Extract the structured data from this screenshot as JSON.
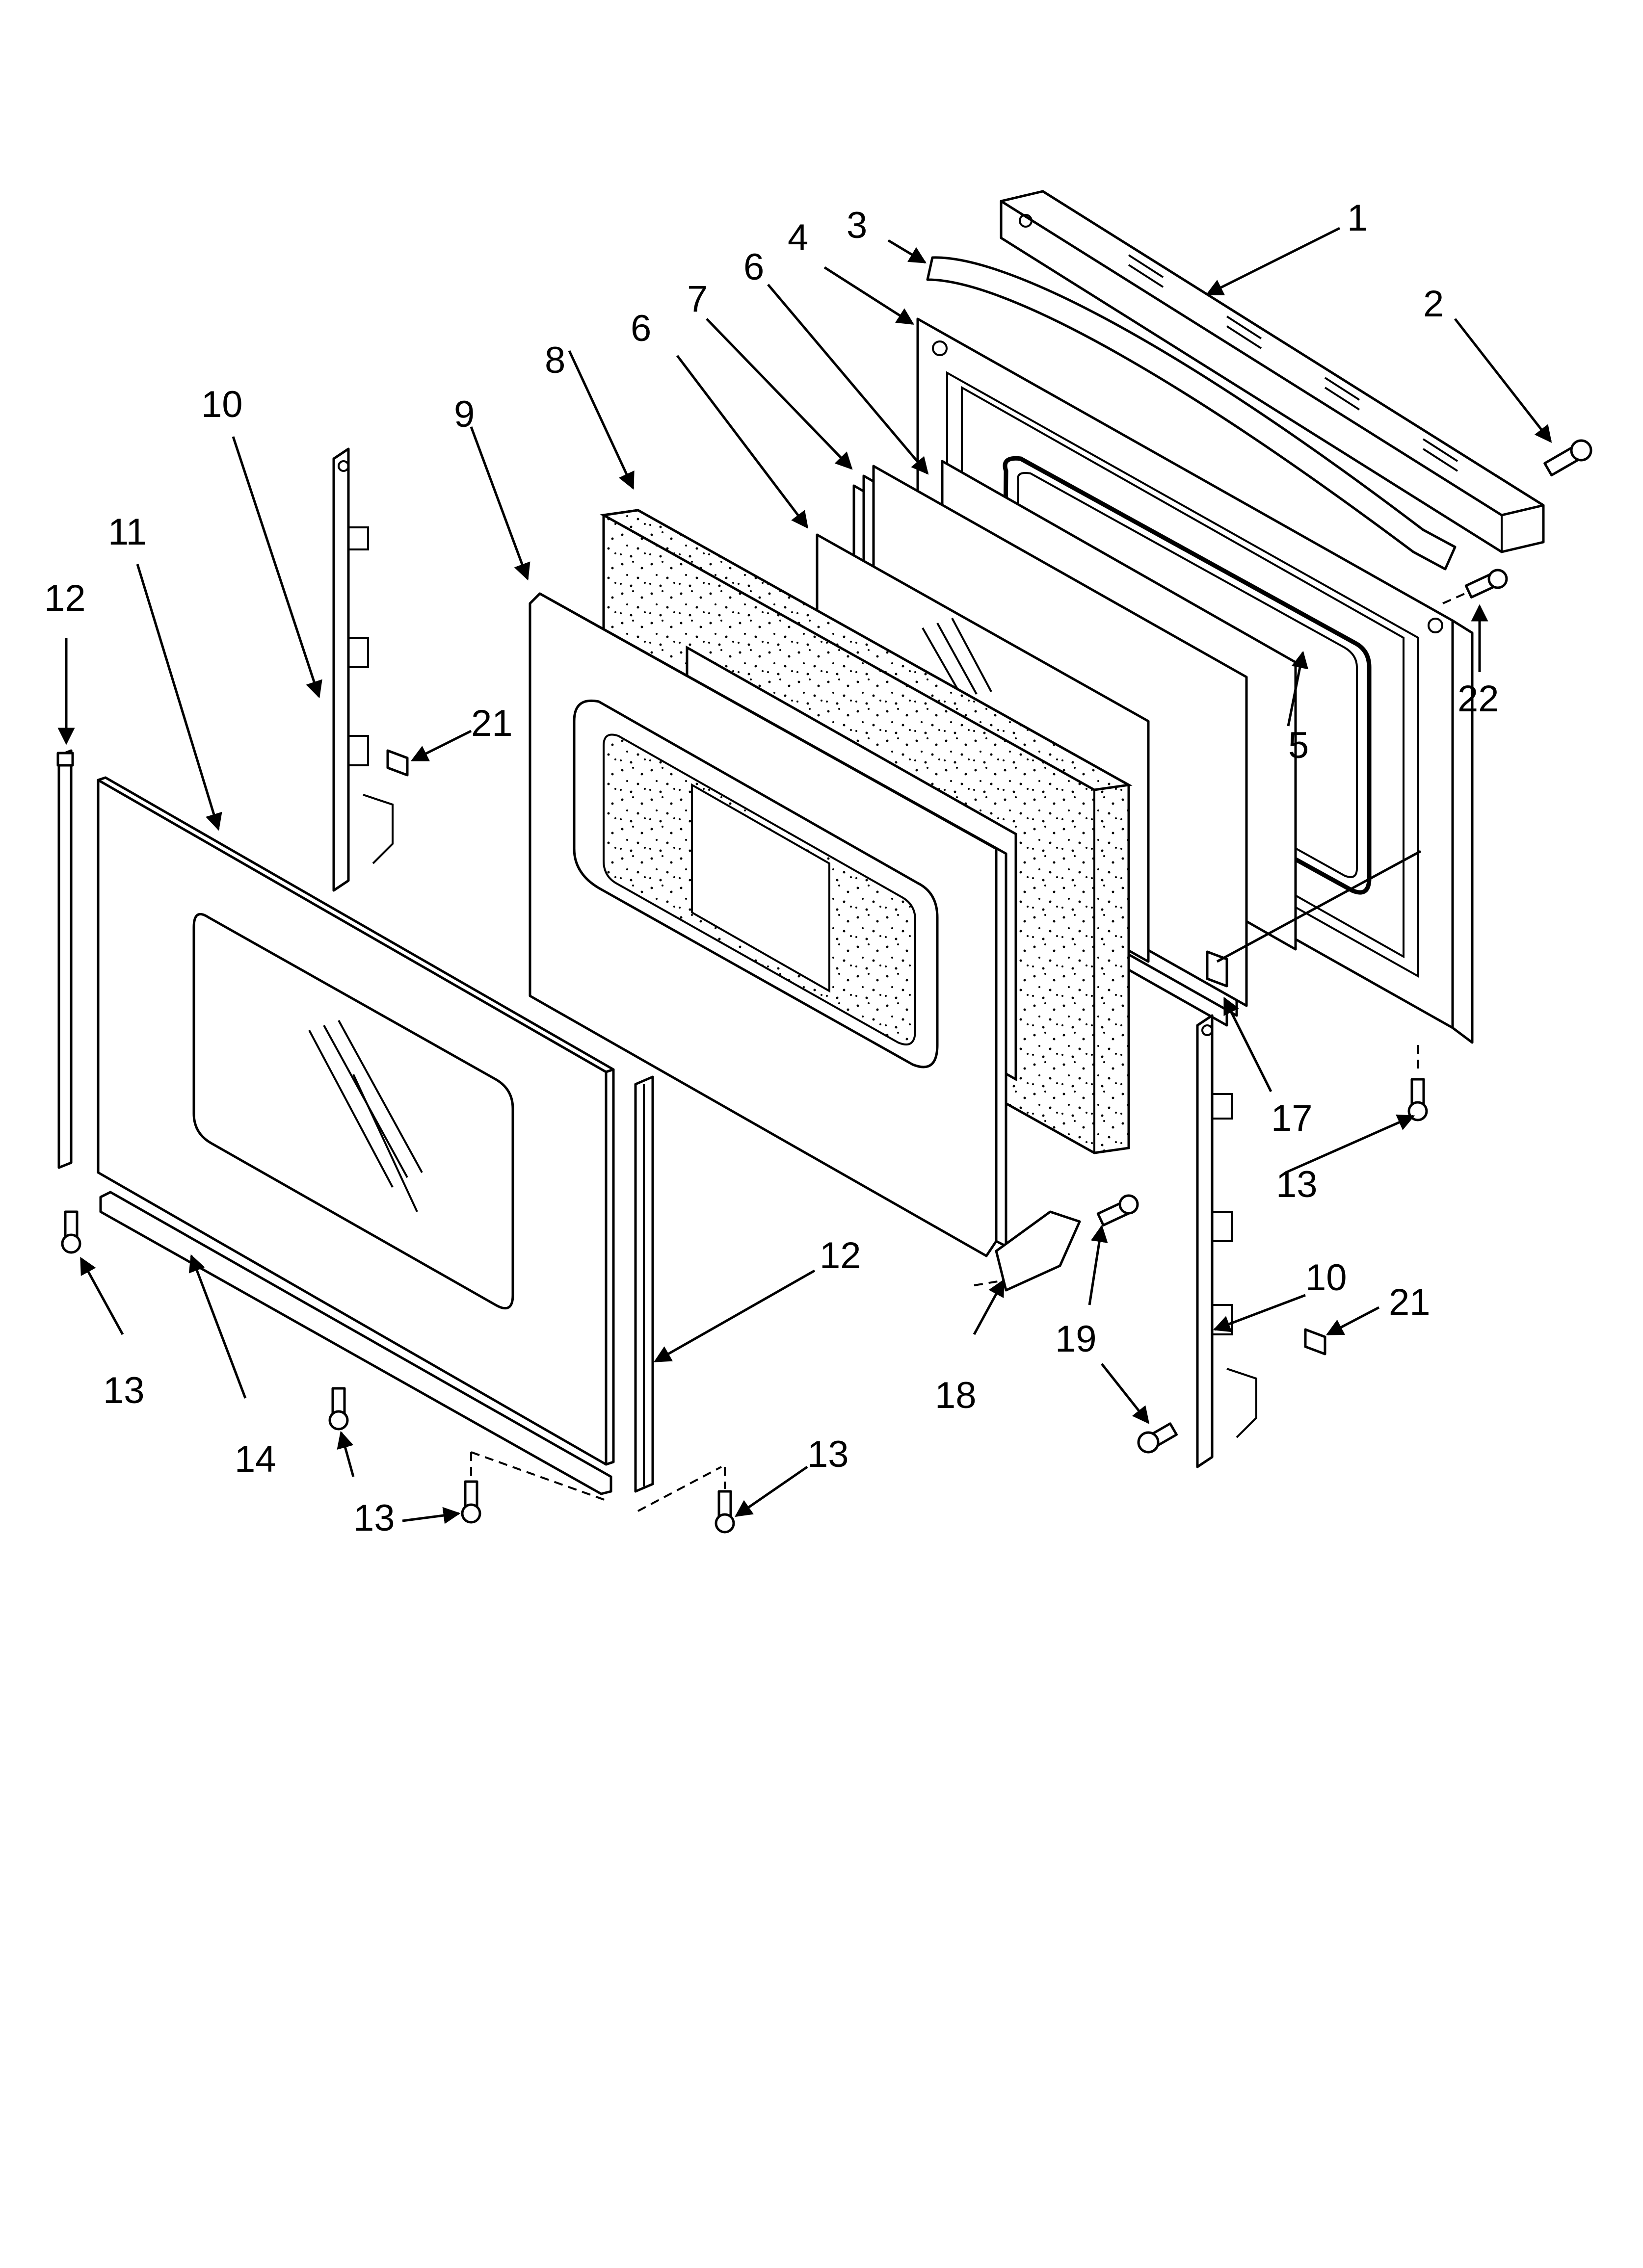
{
  "diagram": {
    "callouts": [
      {
        "id": "c1",
        "label": "1"
      },
      {
        "id": "c2",
        "label": "2"
      },
      {
        "id": "c3",
        "label": "3"
      },
      {
        "id": "c4",
        "label": "4"
      },
      {
        "id": "c5",
        "label": "5"
      },
      {
        "id": "c6a",
        "label": "6"
      },
      {
        "id": "c6b",
        "label": "6"
      },
      {
        "id": "c7",
        "label": "7"
      },
      {
        "id": "c8",
        "label": "8"
      },
      {
        "id": "c9",
        "label": "9"
      },
      {
        "id": "c10a",
        "label": "10"
      },
      {
        "id": "c10b",
        "label": "10"
      },
      {
        "id": "c11",
        "label": "11"
      },
      {
        "id": "c12a",
        "label": "12"
      },
      {
        "id": "c12b",
        "label": "12"
      },
      {
        "id": "c13a",
        "label": "13"
      },
      {
        "id": "c13b",
        "label": "13"
      },
      {
        "id": "c13c",
        "label": "13"
      },
      {
        "id": "c13d",
        "label": "13"
      },
      {
        "id": "c14",
        "label": "14"
      },
      {
        "id": "c17",
        "label": "17"
      },
      {
        "id": "c18",
        "label": "18"
      },
      {
        "id": "c19",
        "label": "19"
      },
      {
        "id": "c21a",
        "label": "21"
      },
      {
        "id": "c21b",
        "label": "21"
      },
      {
        "id": "c22",
        "label": "22"
      }
    ]
  }
}
